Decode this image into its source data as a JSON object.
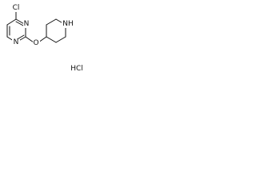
{
  "molecule": {
    "atom_labels": {
      "cl": "Cl",
      "n_pyrimidine_1": "N",
      "n_pyrimidine_2": "N",
      "o_ether": "O",
      "nh_piperidine": "NH"
    },
    "salt_label": "HCl"
  },
  "colors": {
    "bond": "#111111",
    "text": "#111111",
    "background": "#ffffff"
  }
}
